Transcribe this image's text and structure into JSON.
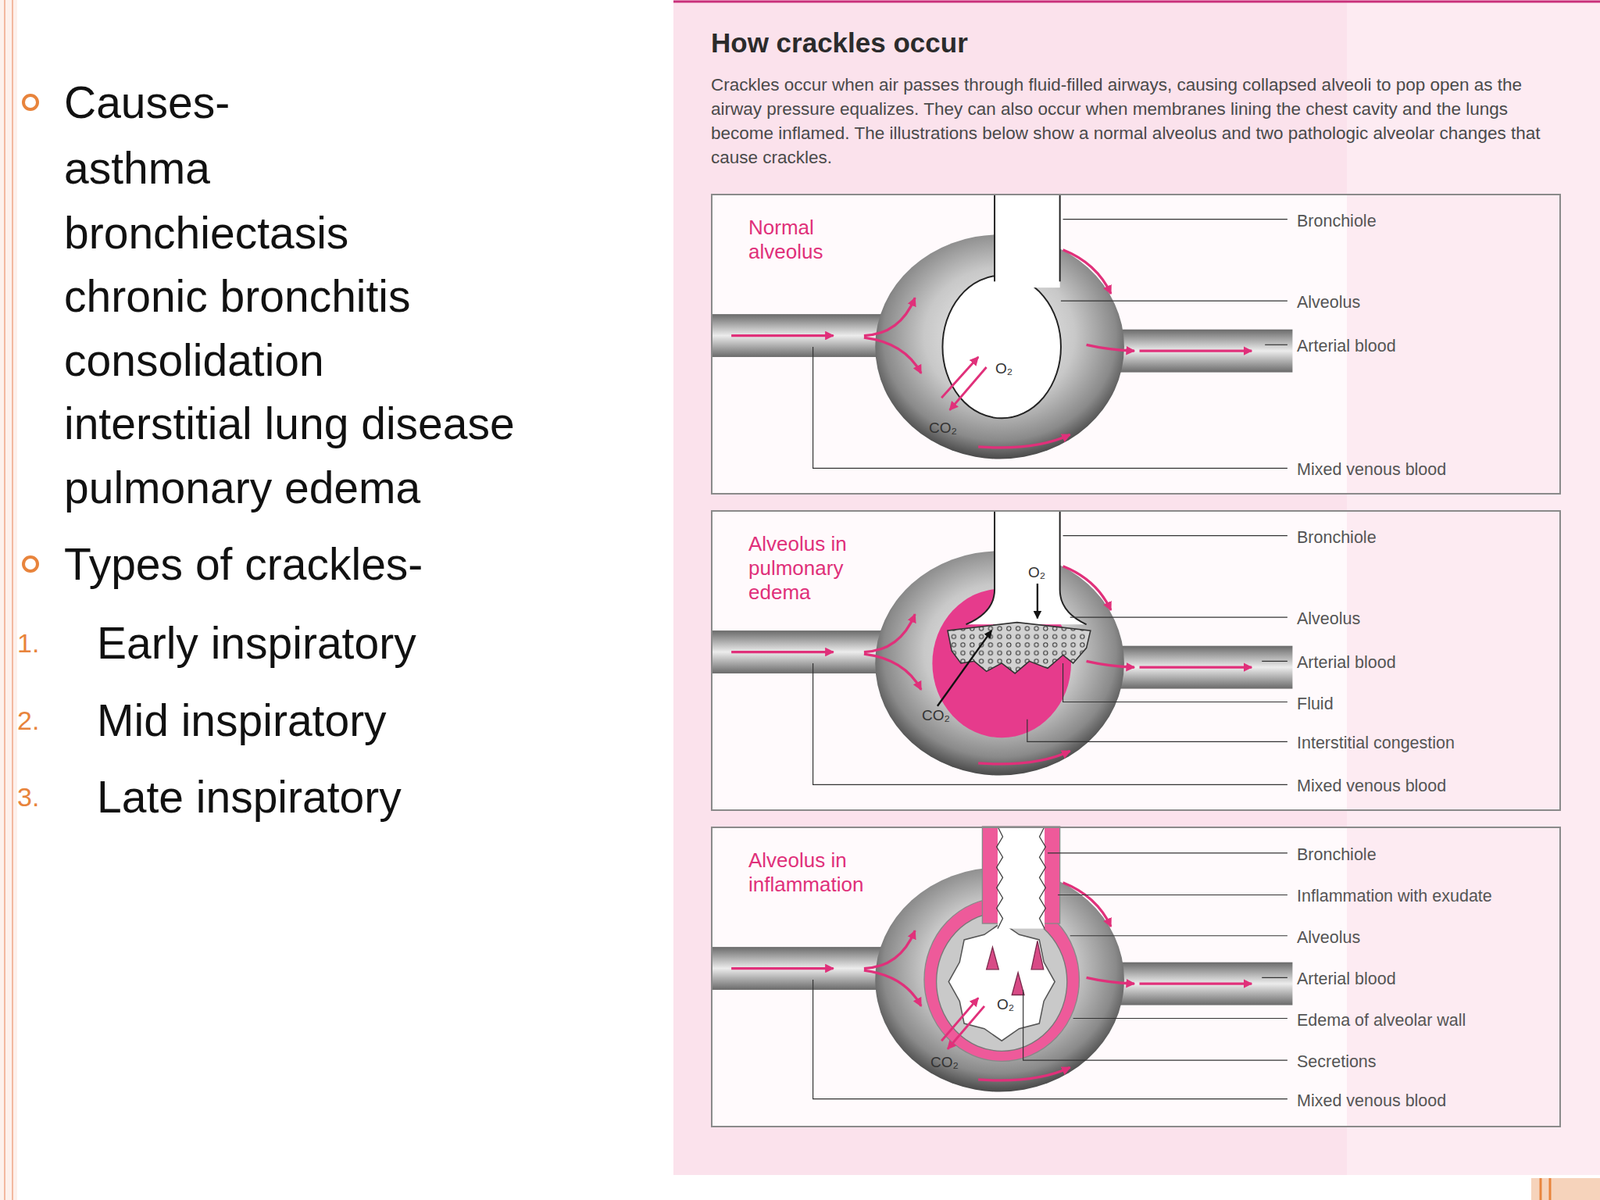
{
  "diagram": {
    "title": "How crackles occur",
    "caption": "Crackles occur when air passes through fluid-filled airways, causing collapsed alveoli to pop open as the airway pressure equalizes. They can also occur when membranes lining the chest cavity and the lungs become inflamed. The illustrations below show a normal alveolus and two pathologic alveolar changes that cause crackles.",
    "nodes": [
      {
        "text": [
          "Normal alveolus",
          "Bronchiole",
          "Alveolus",
          "Arterial blood",
          "O₂",
          "CO₂",
          "Mixed venous blood"
        ]
      },
      {
        "text": [
          "Alveolus in pulmonary edema",
          "Bronchiole",
          "O₂",
          "Alveolus",
          "Arterial blood",
          "Fluid",
          "CO₂",
          "Interstitial congestion",
          "Mixed venous blood"
        ]
      },
      {
        "text": [
          "Alveolus in inflammation",
          "Bronchiole",
          "Inflammation with exudate",
          "Alveolus",
          "Arterial blood",
          "O₂",
          "Edema of alveolar wall",
          "CO₂",
          "Secretions",
          "Mixed venous blood"
        ]
      }
    ],
    "labels": [
      "Causes-",
      "asthma",
      "bronchiectasis",
      "chronic bronchitis",
      "consolidation",
      "interstitial lung disease",
      "pulmonary edema",
      "Types of crackles-",
      "1.",
      "Early inspiratory",
      "2.",
      "Mid inspiratory",
      "3.",
      "Late inspiratory"
    ]
  }
}
